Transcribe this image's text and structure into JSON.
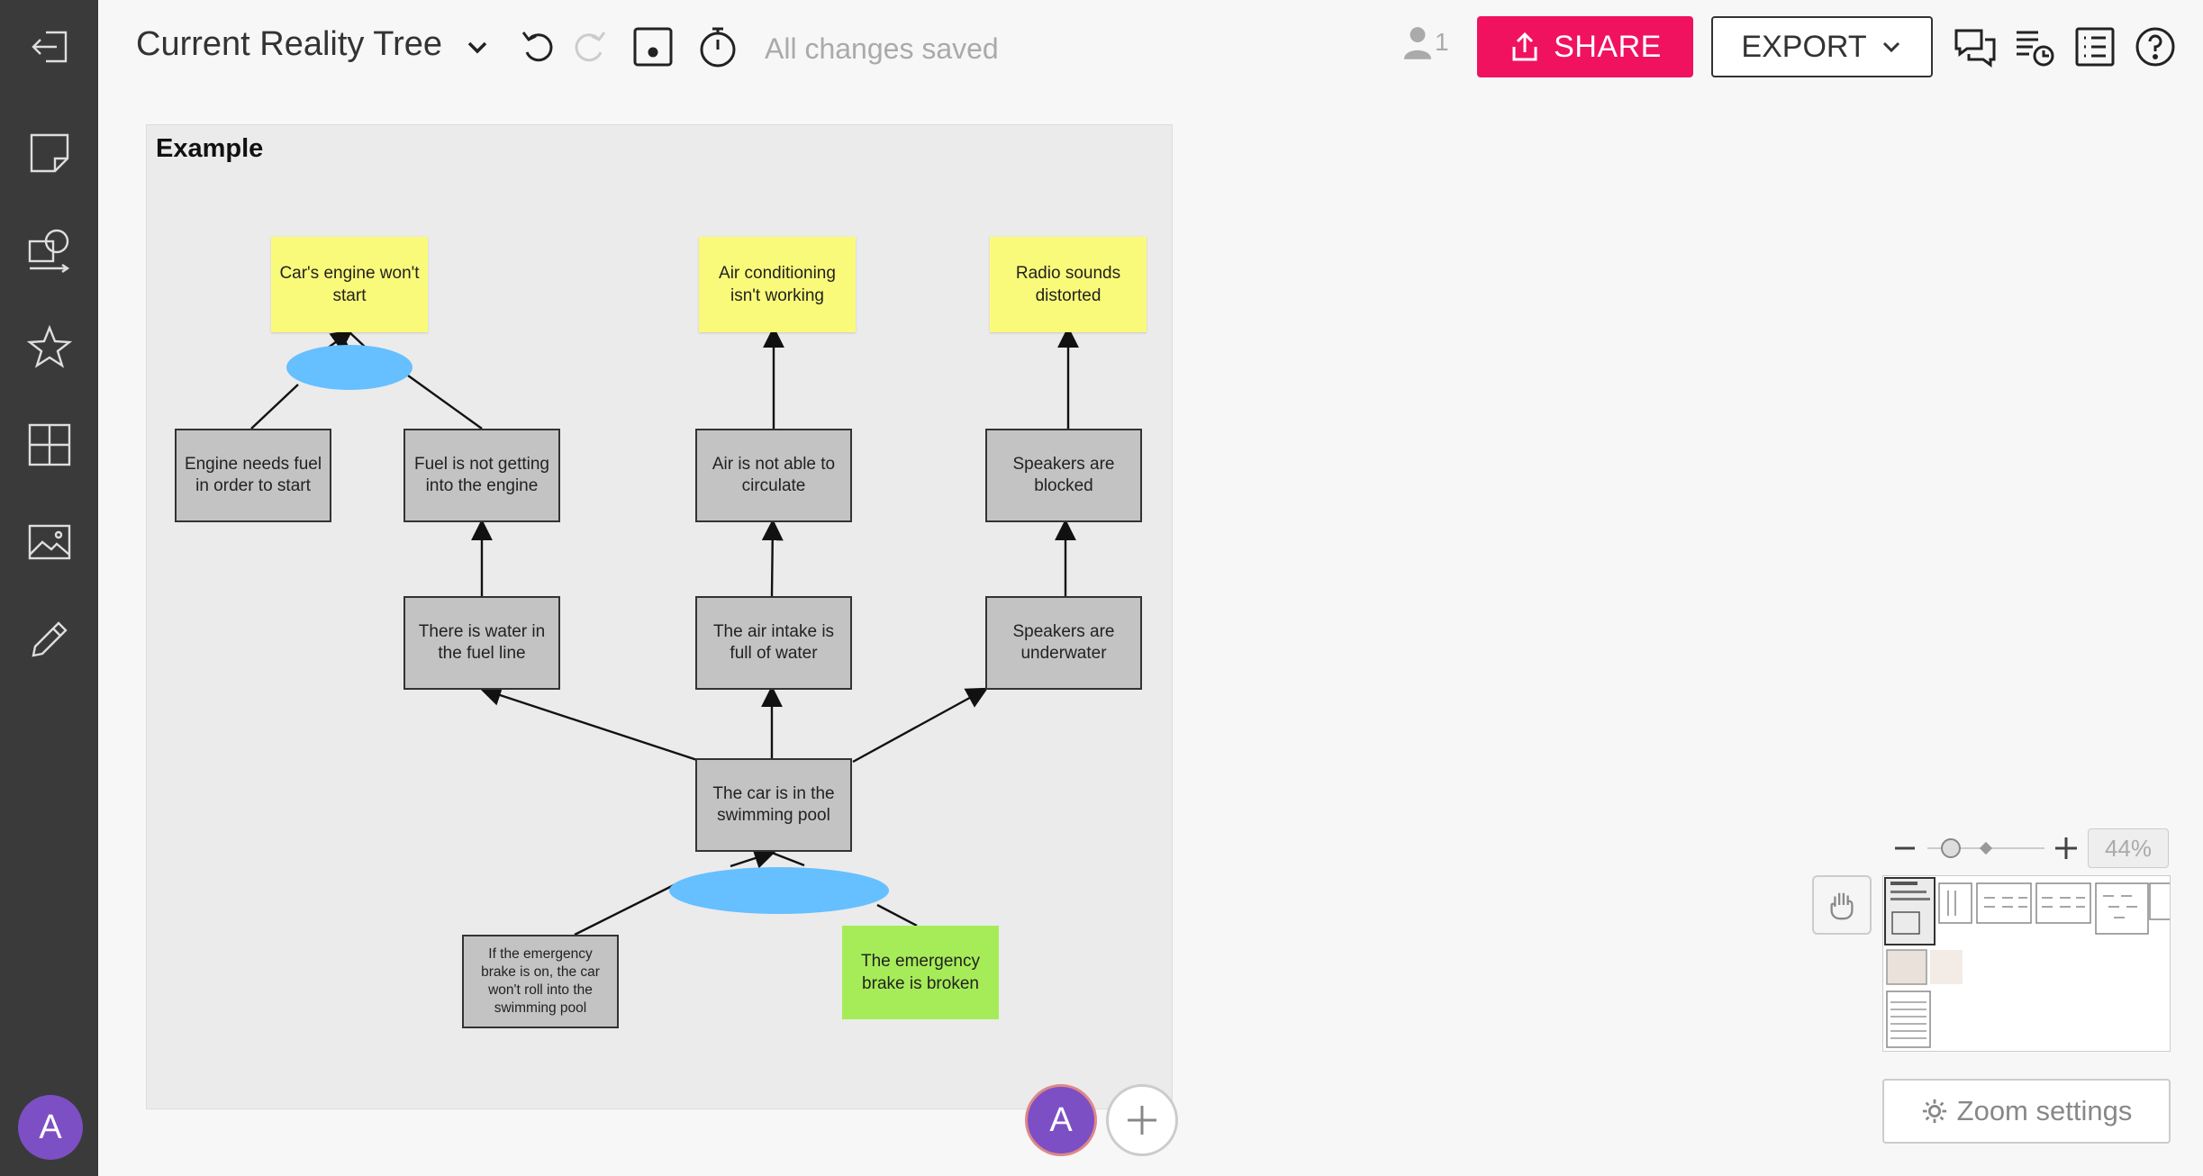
{
  "app": {
    "title": "Current Reality Tree",
    "save_status": "All changes saved",
    "user_count": "1",
    "share_label": "SHARE",
    "export_label": "EXPORT",
    "avatar_initial": "A",
    "accent_color": "#f0125f",
    "avatar_color": "#7d4fc4"
  },
  "sidebar": {
    "items": [
      {
        "icon": "exit-icon"
      },
      {
        "icon": "sticky-note-icon"
      },
      {
        "icon": "shapes-icon"
      },
      {
        "icon": "star-icon"
      },
      {
        "icon": "grid-icon"
      },
      {
        "icon": "image-icon"
      },
      {
        "icon": "pen-icon"
      }
    ]
  },
  "frame": {
    "title": "Example",
    "notes": [
      {
        "text": "Car's engine won't start"
      },
      {
        "text": "Air conditioning isn't working"
      },
      {
        "text": "Radio sounds distorted"
      }
    ],
    "boxes": [
      {
        "text": "Engine needs fuel in order to start"
      },
      {
        "text": "Fuel is not getting into the engine"
      },
      {
        "text": "Air is not able to circulate"
      },
      {
        "text": "Speakers are blocked"
      },
      {
        "text": "There is water in the fuel line"
      },
      {
        "text": "The air intake is full of water"
      },
      {
        "text": "Speakers are underwater"
      },
      {
        "text": "The car is in the swimming pool"
      },
      {
        "text": "If the emergency brake is on, the car won't roll into the swimming pool"
      }
    ],
    "green_note": {
      "text": "The emergency brake is broken"
    }
  },
  "zoom": {
    "percent": "44%",
    "settings_label": "Zoom settings"
  },
  "collaborators": {
    "initial": "A"
  }
}
